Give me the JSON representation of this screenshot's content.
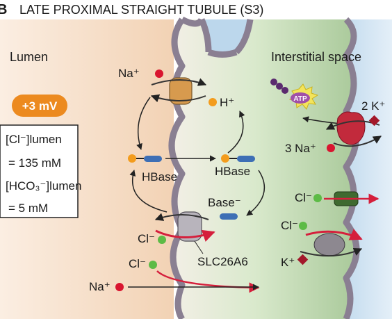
{
  "title": "LATE PROXIMAL STRAIGHT TUBULE (S3)",
  "panel_letter": "B",
  "regions": {
    "lumen": "Lumen",
    "interstitial": "Interstitial space"
  },
  "voltage_badge": "+3 mV",
  "concentrations": {
    "cl_lumen": "[Cl⁻]lumen",
    "cl_value": "= 135 mM",
    "hco3_lumen": "[HCO₃⁻]lumen",
    "hco3_value": "= 5 mM"
  },
  "apical_labels": {
    "na_exchanger": "Na⁺",
    "h_ion": "H⁺",
    "hbase_lumen": "HBase",
    "hbase_cell": "HBase",
    "base_cell": "Base⁻",
    "cl_exchanger": "Cl⁻",
    "slc": "SLC26A6",
    "cl_paracellular": "Cl⁻",
    "na_paracellular": "Na⁺"
  },
  "basolateral_labels": {
    "atp": "ATP",
    "k2": "2 K⁺",
    "na3": "3 Na⁺",
    "cl_channel": "Cl⁻",
    "cl_kcc": "Cl⁻",
    "k_kcc": "K⁺"
  },
  "colors": {
    "lumen_bg": "#f6dcc4",
    "cell_bg": "#cfe4c2",
    "interstitial_bg": "#d6e6f2",
    "membrane": "#8a7f92",
    "arrow_red": "#d51f3c",
    "badge_orange": "#ec8a1f",
    "na_dot": "#d9152f",
    "cl_dot": "#5dbb46",
    "h_dot": "#f39c1d",
    "k_diamond": "#a3182a",
    "base_blue": "#3e6fb5",
    "atp_purple": "#a050a8"
  }
}
